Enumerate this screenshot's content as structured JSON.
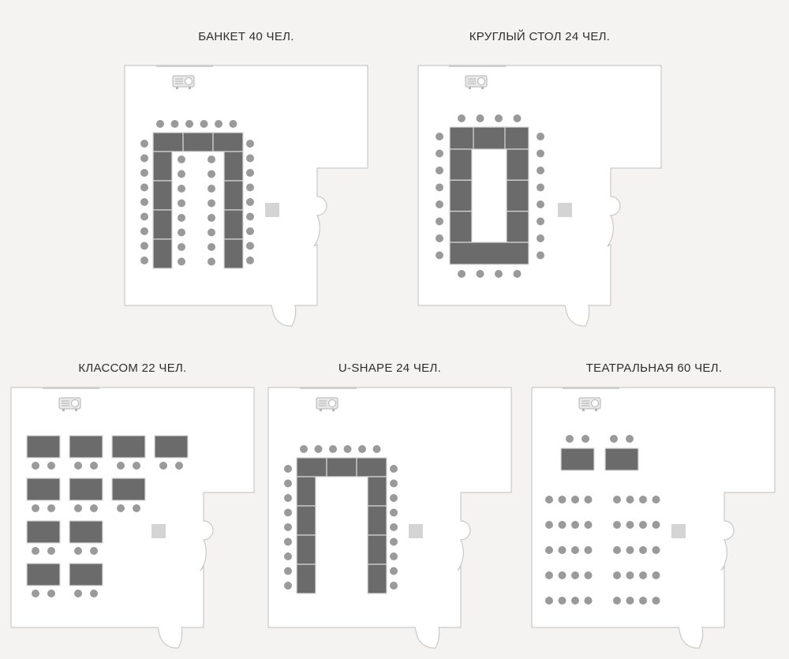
{
  "layouts": [
    {
      "id": "banquet",
      "title": "БАНКЕТ 40 ЧЕЛ."
    },
    {
      "id": "round-table",
      "title": "КРУГЛЫЙ СТОЛ 24 ЧЕЛ."
    },
    {
      "id": "classroom",
      "title": "КЛАССОМ 22 ЧЕЛ."
    },
    {
      "id": "u-shape",
      "title": "U-SHAPE 24 ЧЕЛ."
    },
    {
      "id": "theater",
      "title": "ТЕАТРАЛЬНАЯ 60 ЧЕЛ."
    }
  ],
  "icons": {
    "projector": "projector-icon",
    "column": "column-icon"
  },
  "colors": {
    "background": "#f5f3f1",
    "table": "#6b6b6b",
    "chair": "#9a9a9a",
    "wall": "#c9c9c9"
  }
}
